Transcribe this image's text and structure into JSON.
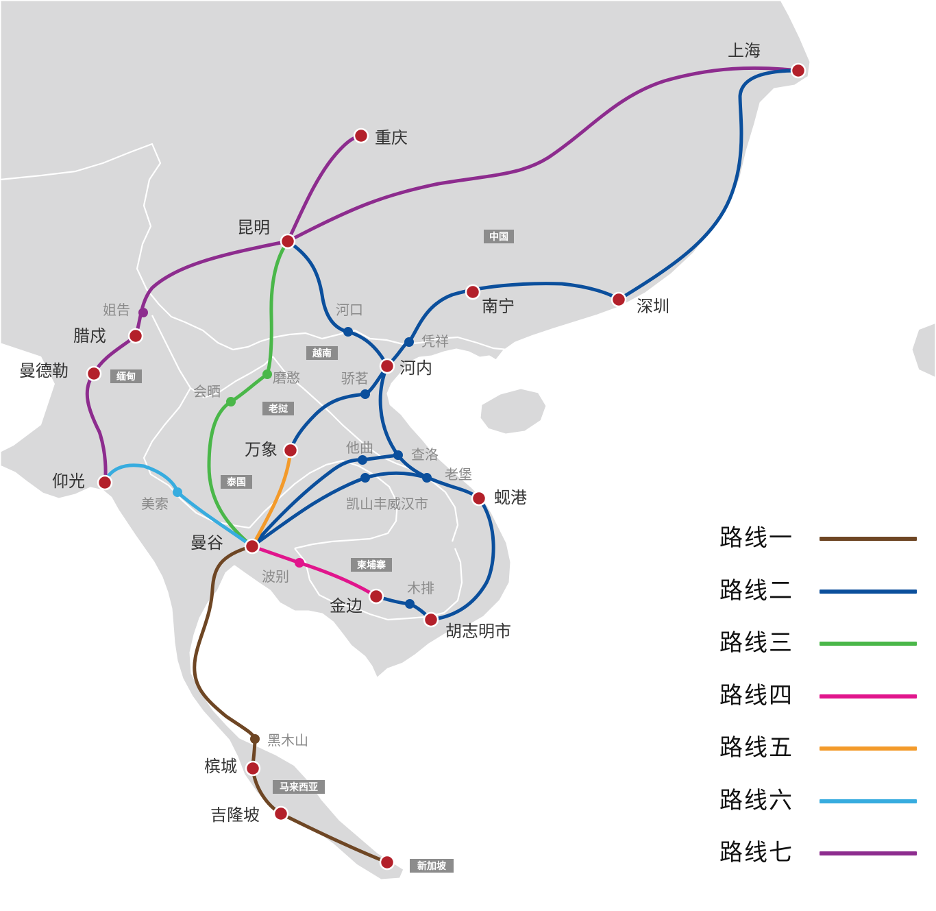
{
  "countries": {
    "china": "中国",
    "vietnam": "越南",
    "myanmar": "缅甸",
    "laos": "老挝",
    "thailand": "泰国",
    "cambodia": "柬埔寨",
    "malaysia": "马来西亚",
    "singapore": "新加坡"
  },
  "cities": {
    "shanghai": "上海",
    "chongqing": "重庆",
    "kunming": "昆明",
    "nanning": "南宁",
    "shenzhen": "深圳",
    "hanoi": "河内",
    "lashio": "腊戍",
    "mandalay": "曼德勒",
    "yangon": "仰光",
    "vientiane": "万象",
    "bangkok": "曼谷",
    "danang": "蚬港",
    "kampot": "金边",
    "hochiminh": "胡志明市",
    "penang": "槟城",
    "kualalumpur": "吉隆坡"
  },
  "stops": {
    "hekou": "河口",
    "pingxiang": "凭祥",
    "jiegao": "姐告",
    "mohan": "磨憨",
    "huaysai": "会晒",
    "vinh": "骄茗",
    "thakhek": "他曲",
    "chaluo": "查洛",
    "laobao": "老堡",
    "savannakhet": "凯山丰威汉市",
    "maesot": "美索",
    "poipet": "波别",
    "bavet": "木排",
    "padangbesar": "黑木山"
  },
  "legend": [
    {
      "label": "路线一",
      "color": "#6e4624"
    },
    {
      "label": "路线二",
      "color": "#0b4f9c"
    },
    {
      "label": "路线三",
      "color": "#4ab749"
    },
    {
      "label": "路线四",
      "color": "#e1158c"
    },
    {
      "label": "路线五",
      "color": "#f39a2a"
    },
    {
      "label": "路线六",
      "color": "#37acdf"
    },
    {
      "label": "路线七",
      "color": "#8d2c8e"
    }
  ],
  "colors": {
    "land": "#d9d9da",
    "city_marker": "#b3202a"
  }
}
